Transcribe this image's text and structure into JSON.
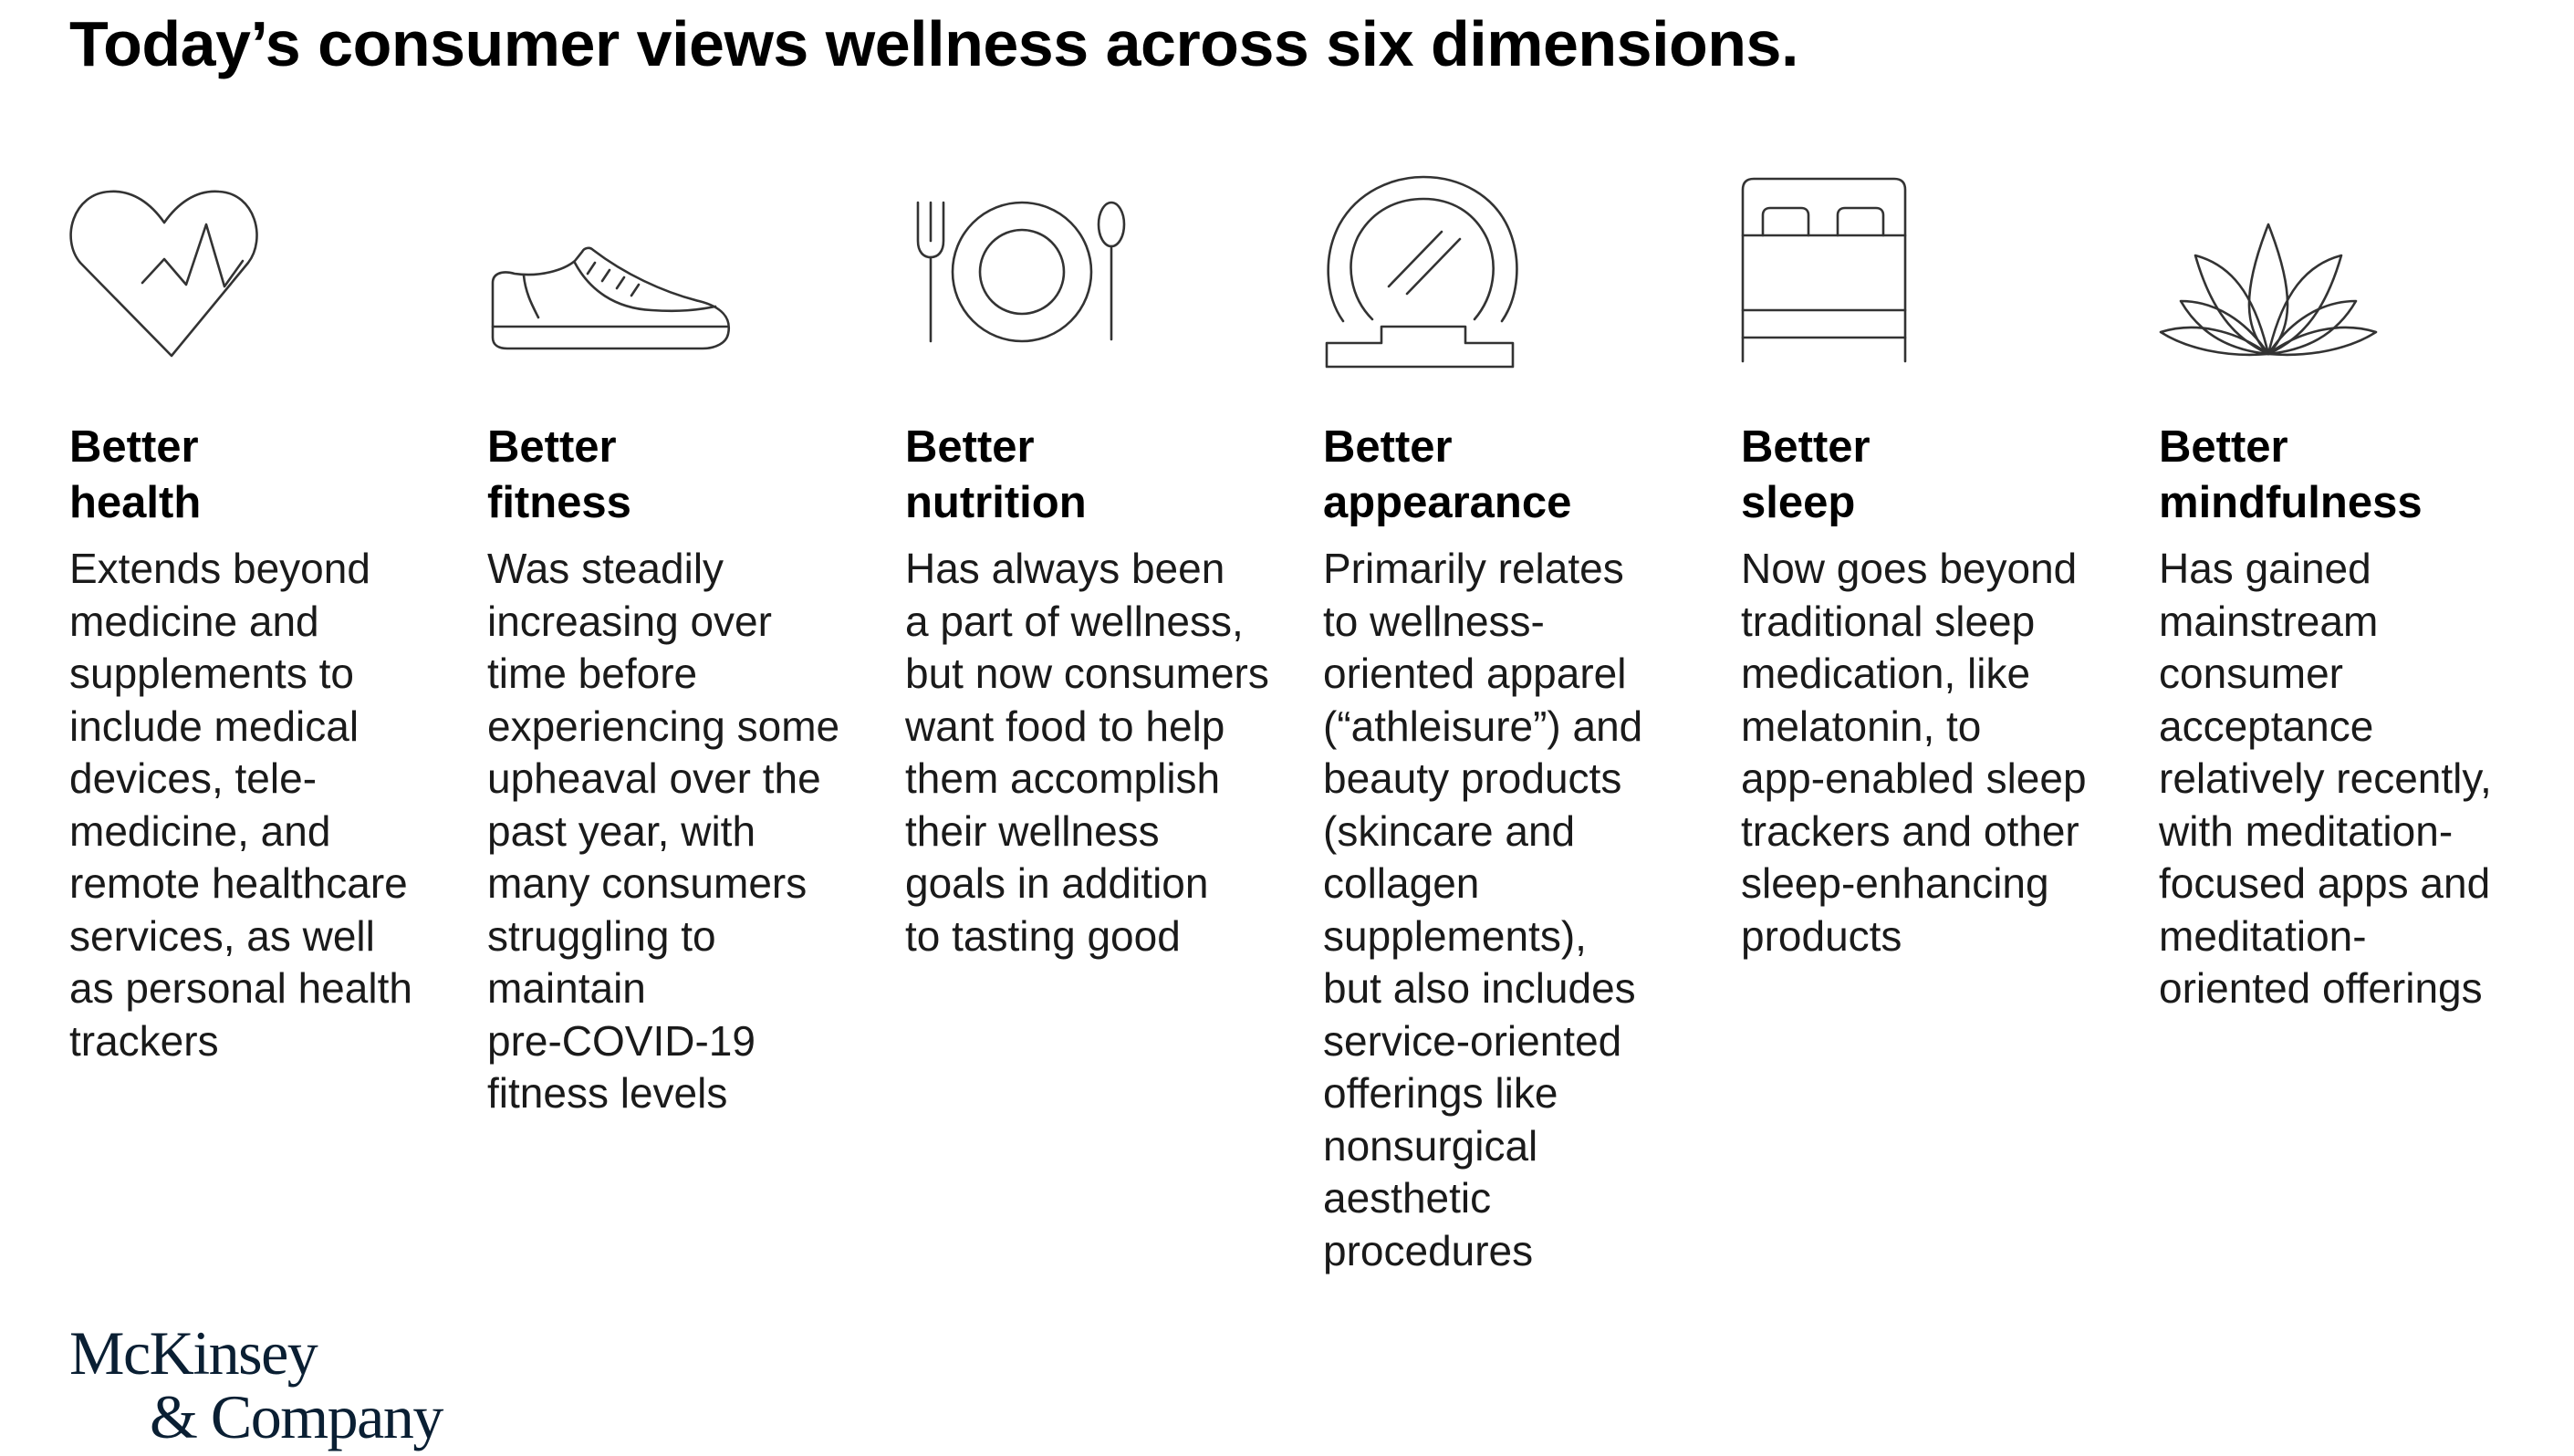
{
  "title": "Today’s consumer views wellness across six dimensions.",
  "columns": [
    {
      "icon": "heart-pulse-icon",
      "heading": [
        "Better",
        "health"
      ],
      "description": [
        "Extends beyond",
        "medicine and",
        "supplements to",
        "include medical",
        "devices, tele-",
        "medicine, and",
        "remote healthcare",
        "services, as well",
        "as personal health",
        "trackers"
      ]
    },
    {
      "icon": "sneaker-icon",
      "heading": [
        "Better",
        "fitness"
      ],
      "description": [
        "Was steadily",
        "increasing over",
        "time before",
        "experiencing some",
        "upheaval over the",
        "past year, with",
        "many consumers",
        "struggling to",
        "maintain",
        "pre-COVID-19",
        "fitness levels"
      ]
    },
    {
      "icon": "plate-cutlery-icon",
      "heading": [
        "Better",
        "nutrition"
      ],
      "description": [
        "Has always been",
        "a part of wellness,",
        "but now consumers",
        "want food to help",
        "them accomplish",
        "their wellness",
        "goals in addition",
        "to tasting good"
      ]
    },
    {
      "icon": "mirror-icon",
      "heading": [
        "Better",
        "appearance"
      ],
      "description": [
        "Primarily relates",
        "to wellness-",
        "oriented apparel",
        "(“athleisure”) and",
        "beauty products",
        "(skincare and",
        "collagen",
        "supplements),",
        "but also includes",
        "service-oriented",
        "offerings like",
        "nonsurgical",
        "aesthetic",
        "procedures"
      ]
    },
    {
      "icon": "bed-icon",
      "heading": [
        "Better",
        "sleep"
      ],
      "description": [
        "Now goes beyond",
        "traditional sleep",
        "medication, like",
        "melatonin, to",
        "app-enabled sleep",
        "trackers and other",
        "sleep-enhancing",
        "products"
      ]
    },
    {
      "icon": "lotus-icon",
      "heading": [
        "Better",
        "mindfulness"
      ],
      "description": [
        "Has gained",
        "mainstream",
        "consumer",
        "acceptance",
        "relatively recently,",
        "with meditation-",
        "focused apps and",
        "meditation-",
        "oriented offerings"
      ]
    }
  ],
  "logo": [
    "McKinsey",
    "& Company"
  ]
}
